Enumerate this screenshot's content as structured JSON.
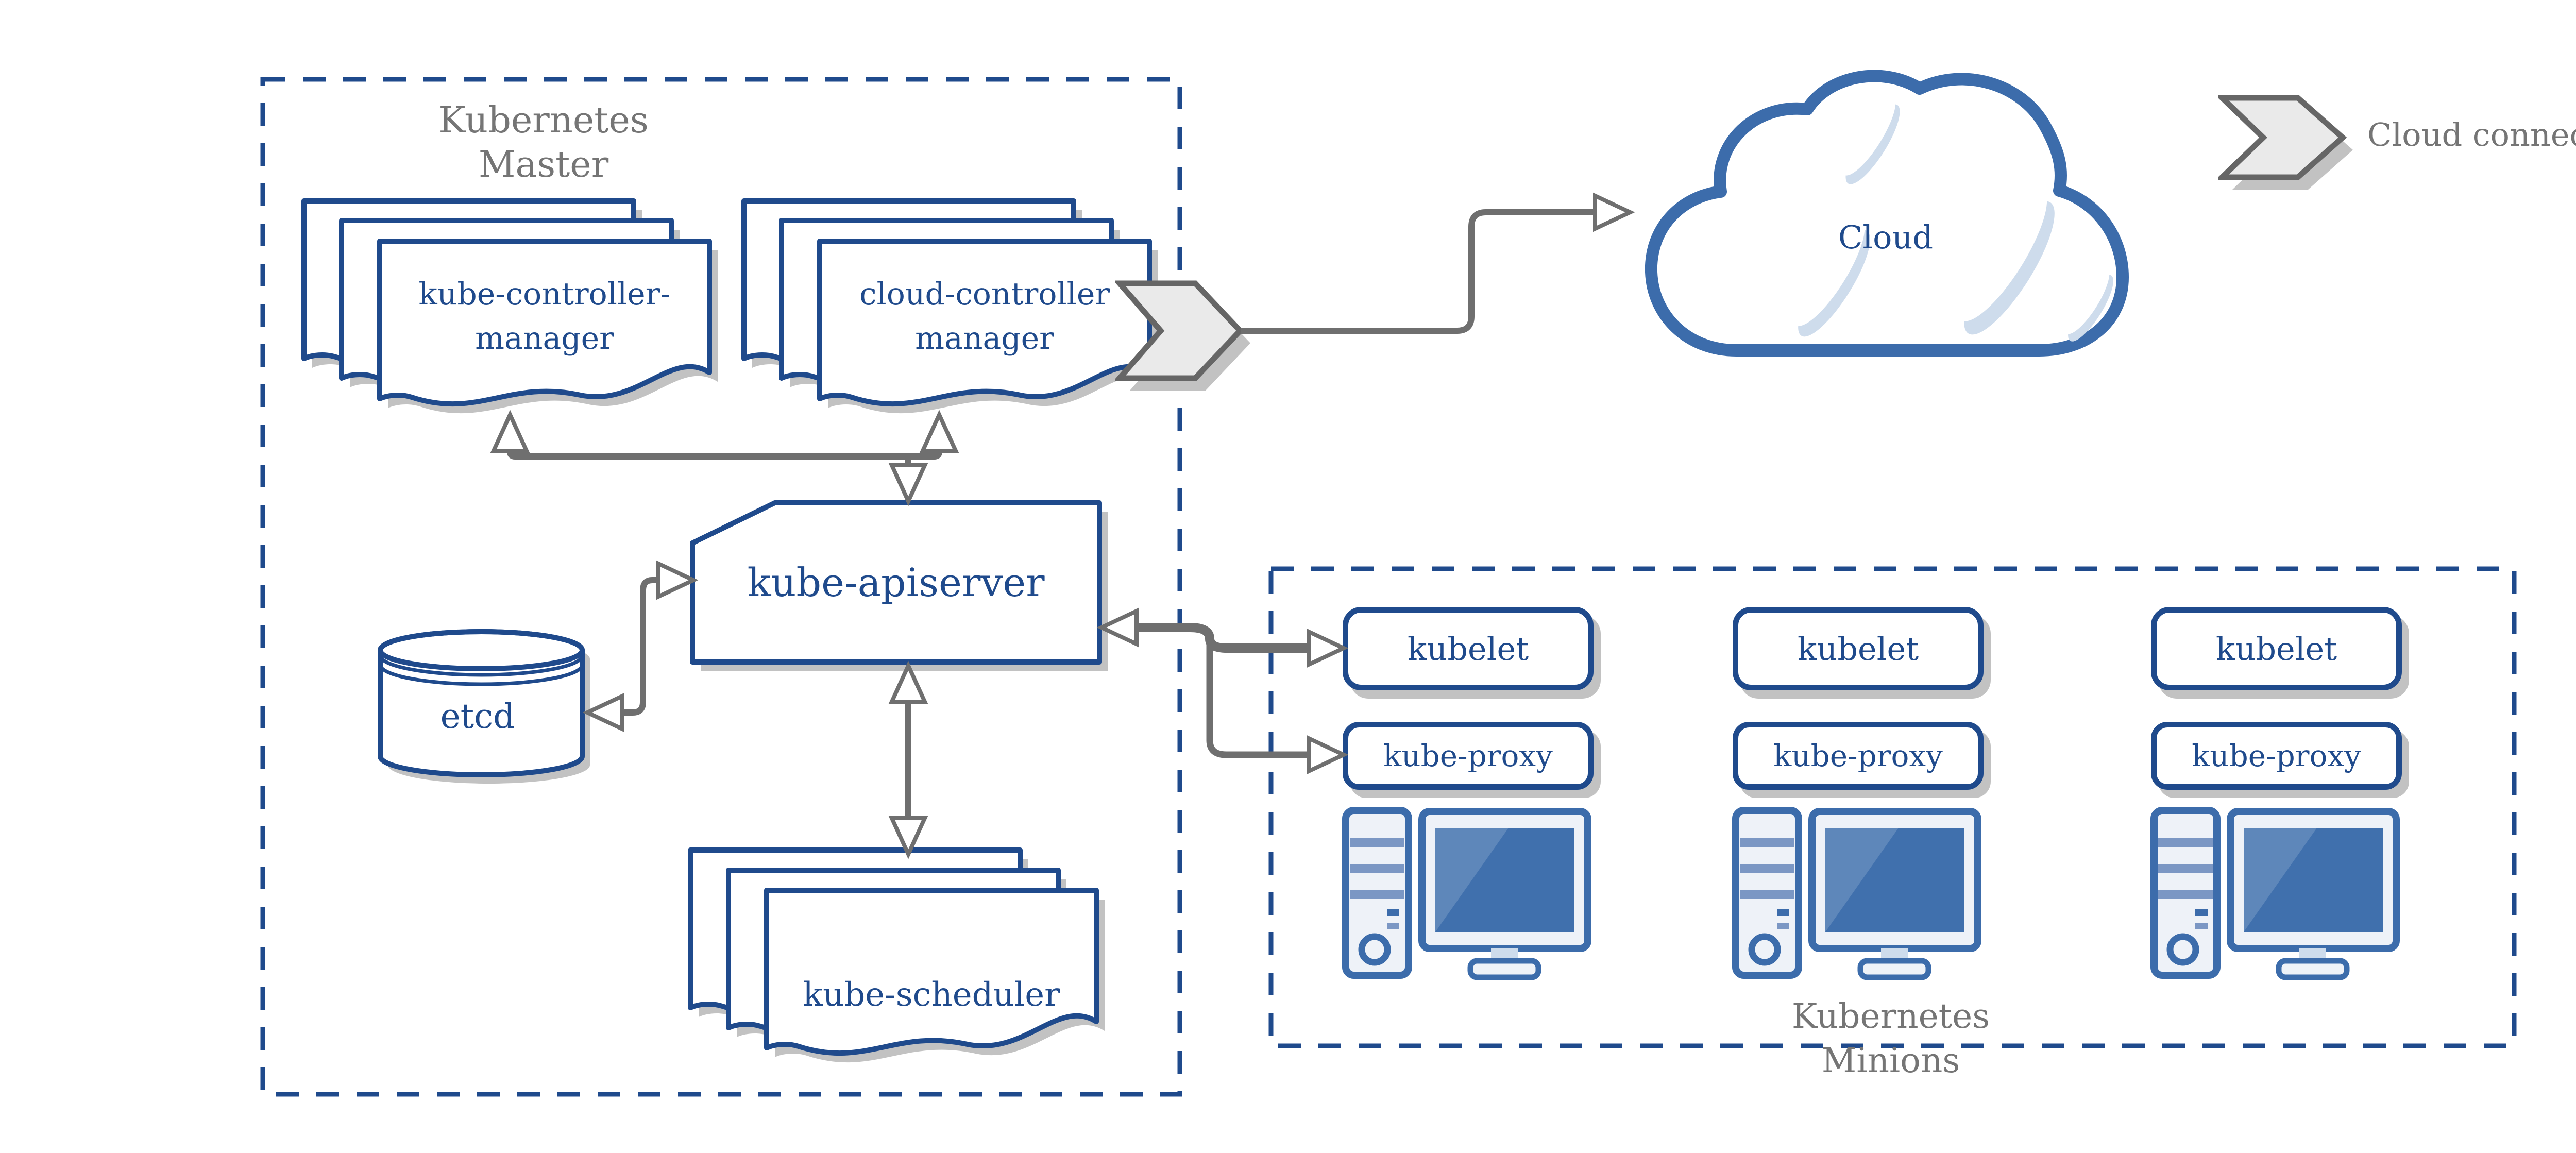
{
  "colors": {
    "background": "#ffffff",
    "blue_dark": "#1f4a8c",
    "blue_mid": "#3c6cab",
    "blue_screen": "#4070ad",
    "blue_stripe": "#7b97c4",
    "blue_pale": "#eef2f8",
    "crescent": "#cedcec",
    "gray_arrow": "#6f6f6f",
    "gray_label": "#757575",
    "gray_shadow": "#c2c2c2",
    "chevron_fill": "#eaeaea",
    "chevron_border": "#666666"
  },
  "master": {
    "title_line1": "Kubernetes",
    "title_line2": "Master"
  },
  "nodes": {
    "kube_controller_manager": {
      "line1": "kube-controller-",
      "line2": "manager"
    },
    "cloud_controller_manager": {
      "line1": "cloud-controller",
      "line2": "manager"
    },
    "kube_apiserver": {
      "label": "kube-apiserver"
    },
    "etcd": {
      "label": "etcd"
    },
    "kube_scheduler": {
      "label": "kube-scheduler"
    }
  },
  "cloud": {
    "label": "Cloud"
  },
  "legend": {
    "label": "Cloud connector"
  },
  "minions": {
    "title_line1": "Kubernetes",
    "title_line2": "Minions",
    "nodes": [
      {
        "kubelet": "kubelet",
        "kube_proxy": "kube-proxy"
      },
      {
        "kubelet": "kubelet",
        "kube_proxy": "kube-proxy"
      },
      {
        "kubelet": "kubelet",
        "kube_proxy": "kube-proxy"
      }
    ]
  }
}
